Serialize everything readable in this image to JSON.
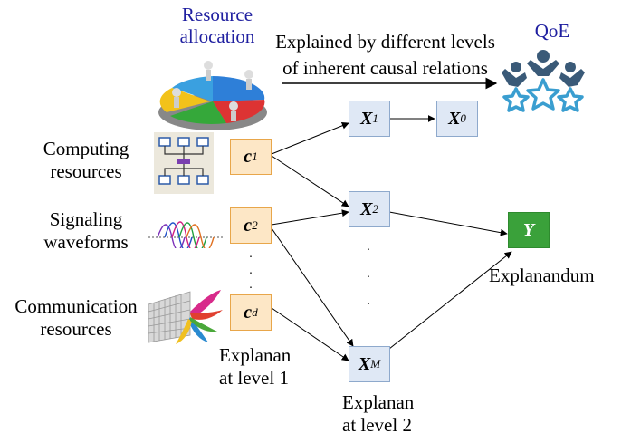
{
  "header": {
    "resource_allocation": "Resource\nallocation",
    "explained_line1": "Explained by different levels",
    "explained_line2": "of inherent causal relations",
    "qoe": "QoE"
  },
  "left_labels": {
    "computing": "Computing\nresources",
    "signaling": "Signaling\nwaveforms",
    "communication": "Communication\nresources"
  },
  "nodes": {
    "c1": {
      "sym": "c",
      "sub": "1"
    },
    "c2": {
      "sym": "c",
      "sub": "2"
    },
    "cd": {
      "sym": "c",
      "sub": "d"
    },
    "x1": {
      "sym": "X",
      "sub": "1"
    },
    "x0": {
      "sym": "X",
      "sub": "0"
    },
    "x2": {
      "sym": "X",
      "sub": "2"
    },
    "xm": {
      "sym": "X",
      "sub": "M"
    },
    "y": {
      "sym": "Y"
    }
  },
  "captions": {
    "level1": "Explanan\nat level 1",
    "level2": "Explanan\nat level 2",
    "explanandum": "Explanandum"
  },
  "dots": ".",
  "colors": {
    "title_blue": "#1f1fa0",
    "c_fill": "#fde7c6",
    "c_border": "#e8a64a",
    "x_fill": "#dfe8f5",
    "x_border": "#8ea9cc",
    "y_fill": "#3aa13a",
    "qoe_icon": "#3a5a78"
  }
}
